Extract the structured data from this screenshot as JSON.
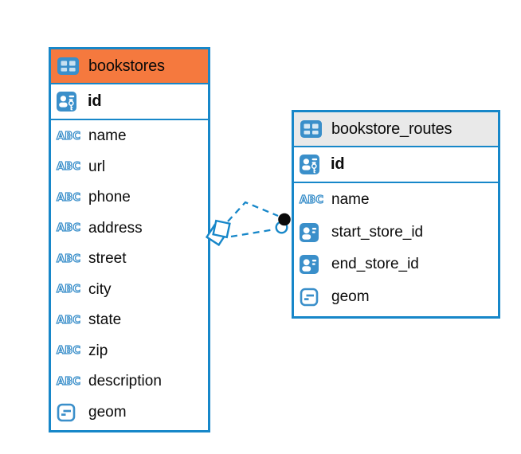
{
  "ui": {
    "type_icon_label": "ABC"
  },
  "colors": {
    "accent_blue": "#1787c9",
    "icon_blue": "#3a8fca",
    "header_orange": "#f5793e",
    "header_gray": "#e9e9e9",
    "text_black": "#0b0b0b",
    "background": "#ffffff",
    "connector_dot_black": "#0a0a0a"
  },
  "tables": [
    {
      "name": "bookstores",
      "header_style": "orange",
      "pk": {
        "name": "id",
        "icon": "primary-key-person-icon"
      },
      "columns": [
        {
          "name": "name",
          "type": "text"
        },
        {
          "name": "url",
          "type": "text"
        },
        {
          "name": "phone",
          "type": "text"
        },
        {
          "name": "address",
          "type": "text"
        },
        {
          "name": "street",
          "type": "text"
        },
        {
          "name": "city",
          "type": "text"
        },
        {
          "name": "state",
          "type": "text"
        },
        {
          "name": "zip",
          "type": "text"
        },
        {
          "name": "description",
          "type": "text"
        },
        {
          "name": "geom",
          "type": "geometry"
        }
      ]
    },
    {
      "name": "bookstore_routes",
      "header_style": "gray",
      "pk": {
        "name": "id",
        "icon": "primary-key-person-icon"
      },
      "columns": [
        {
          "name": "name",
          "type": "text"
        },
        {
          "name": "start_store_id",
          "type": "reference"
        },
        {
          "name": "end_store_id",
          "type": "reference"
        },
        {
          "name": "geom",
          "type": "geometry"
        }
      ]
    }
  ],
  "relationship": {
    "connects": [
      "bookstores",
      "bookstore_routes"
    ],
    "line_style": "dashed",
    "line_count": 2,
    "left_endpoint": "diamond-marker",
    "right_endpoint": "dot-marker"
  }
}
